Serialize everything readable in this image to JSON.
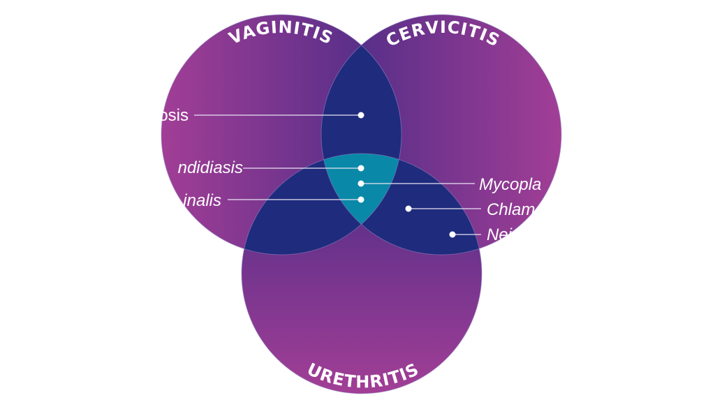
{
  "diagram": {
    "type": "venn-3",
    "sets": {
      "vaginitis": {
        "label": "VAGINITIS"
      },
      "cervicitis": {
        "label": "CERVICITIS"
      },
      "urethritis": {
        "label": "URETHRITIS"
      }
    },
    "callouts": [
      {
        "label": "osis",
        "regions": [
          "vaginitis",
          "cervicitis"
        ]
      },
      {
        "label": "ndidiasis",
        "regions": [
          "vaginitis",
          "cervicitis",
          "urethritis"
        ]
      },
      {
        "label": "Mycopla",
        "regions": [
          "vaginitis",
          "cervicitis",
          "urethritis"
        ]
      },
      {
        "label": "inalis",
        "regions": [
          "vaginitis",
          "cervicitis",
          "urethritis"
        ]
      },
      {
        "label": "Chlam",
        "regions": [
          "cervicitis",
          "urethritis"
        ]
      },
      {
        "label": "Nei",
        "regions": [
          "cervicitis",
          "urethritis"
        ]
      }
    ]
  },
  "colors": {
    "purple_dark": "#4a2c86",
    "magenta": "#a23e96",
    "navy_overlap": "#1f2b7c",
    "teal_center": "#0a88a8",
    "text": "#ffffff"
  }
}
